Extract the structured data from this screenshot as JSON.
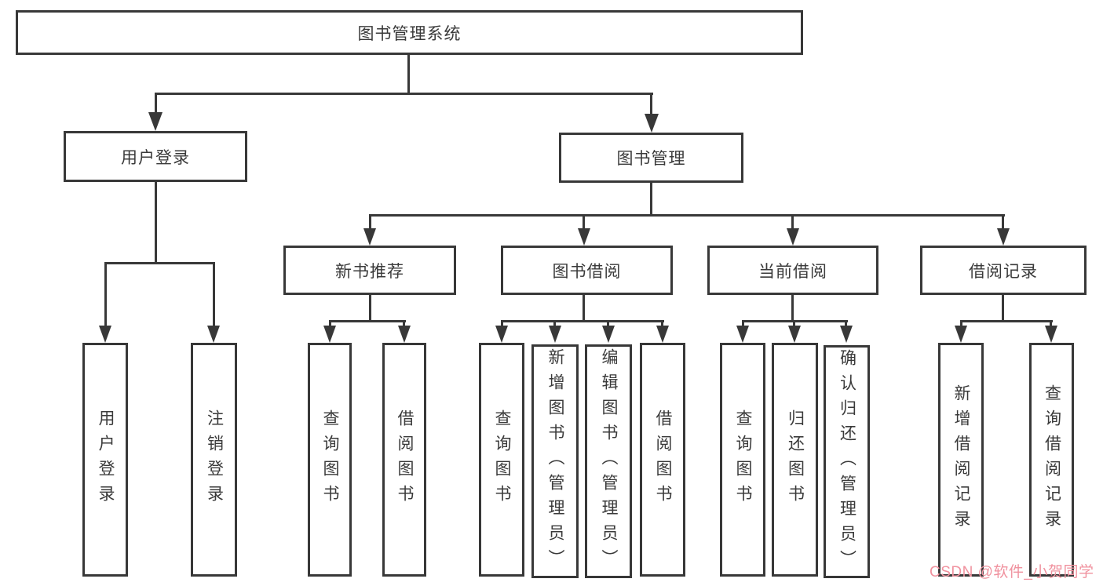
{
  "diagram": {
    "title": "图书管理系统",
    "root": {
      "label": "图书管理系统"
    },
    "level1": [
      {
        "label": "用户登录"
      },
      {
        "label": "图书管理"
      }
    ],
    "level2": [
      {
        "label": "新书推荐"
      },
      {
        "label": "图书借阅"
      },
      {
        "label": "当前借阅"
      },
      {
        "label": "借阅记录"
      }
    ],
    "leaves": {
      "user_login": [
        {
          "label": "用户登录"
        },
        {
          "label": "注销登录"
        }
      ],
      "new_book_recommend": [
        {
          "label": "查询图书"
        },
        {
          "label": "借阅图书"
        }
      ],
      "book_borrow": [
        {
          "label": "查询图书"
        },
        {
          "label": "新增图书（管理员）"
        },
        {
          "label": "编辑图书（管理员）"
        },
        {
          "label": "借阅图书"
        }
      ],
      "current_borrow": [
        {
          "label": "查询图书"
        },
        {
          "label": "归还图书"
        },
        {
          "label": "确认归还（管理员）"
        }
      ],
      "borrow_records": [
        {
          "label": "新增借阅记录"
        },
        {
          "label": "查询借阅记录"
        }
      ]
    }
  },
  "watermark": {
    "text": "CSDN @软件_小贺同学",
    "color": "#f0919e"
  },
  "colors": {
    "line": "#383838",
    "box_border": "#383838",
    "box_background": "#ffffff",
    "text": "#3a3a3a",
    "page_background": "#ffffff"
  }
}
